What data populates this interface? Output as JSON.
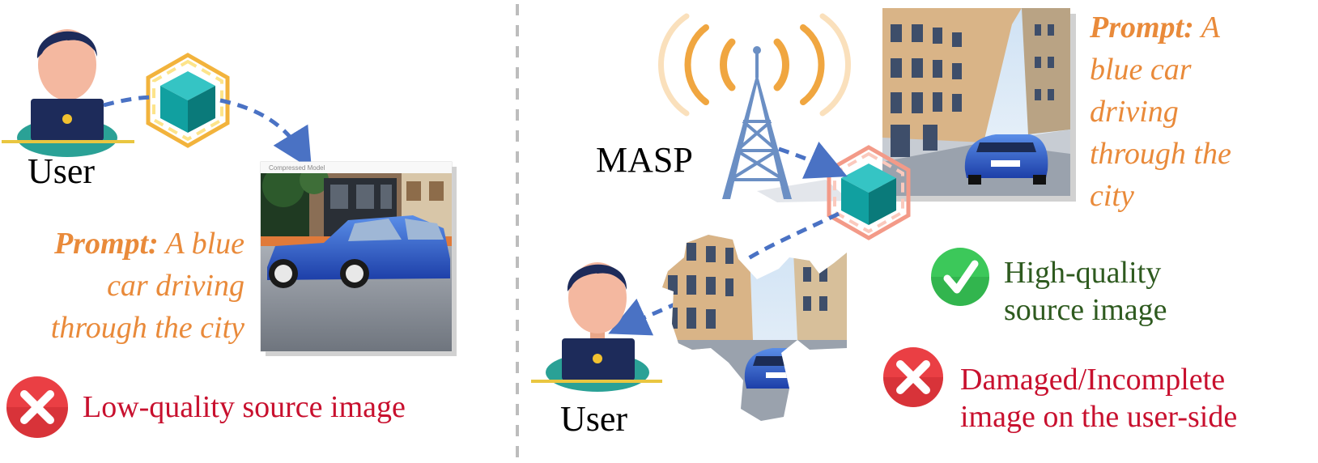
{
  "left_panel": {
    "user_label": "User",
    "inset_caption": "Compressed Model",
    "prompt_label": "Prompt:",
    "prompt_text": "A blue car driving through the city",
    "status_text": "Low-quality source image"
  },
  "right_panel": {
    "masp_label": "MASP",
    "prompt_label": "Prompt:",
    "prompt_text": "A blue car driving through the city",
    "user_label": "User",
    "legend_good": [
      "High-quality",
      "source image"
    ],
    "legend_bad": [
      "Damaged/Incomplete",
      "image on the user-side"
    ]
  },
  "colors": {
    "prompt": "#e98a3a",
    "bad_text": "#c8102e",
    "good_text": "#2e5a1f",
    "arrow": "#4a72c4",
    "cube": "#0f9a9a",
    "hex_left": "#f2b33c",
    "hex_right": "#f39a88",
    "signal": "#f0a640"
  },
  "icons": [
    "user-avatar-icon",
    "laptop-icon",
    "model-cube-icon",
    "tower-icon",
    "signal-icon",
    "check-icon",
    "cross-icon"
  ]
}
